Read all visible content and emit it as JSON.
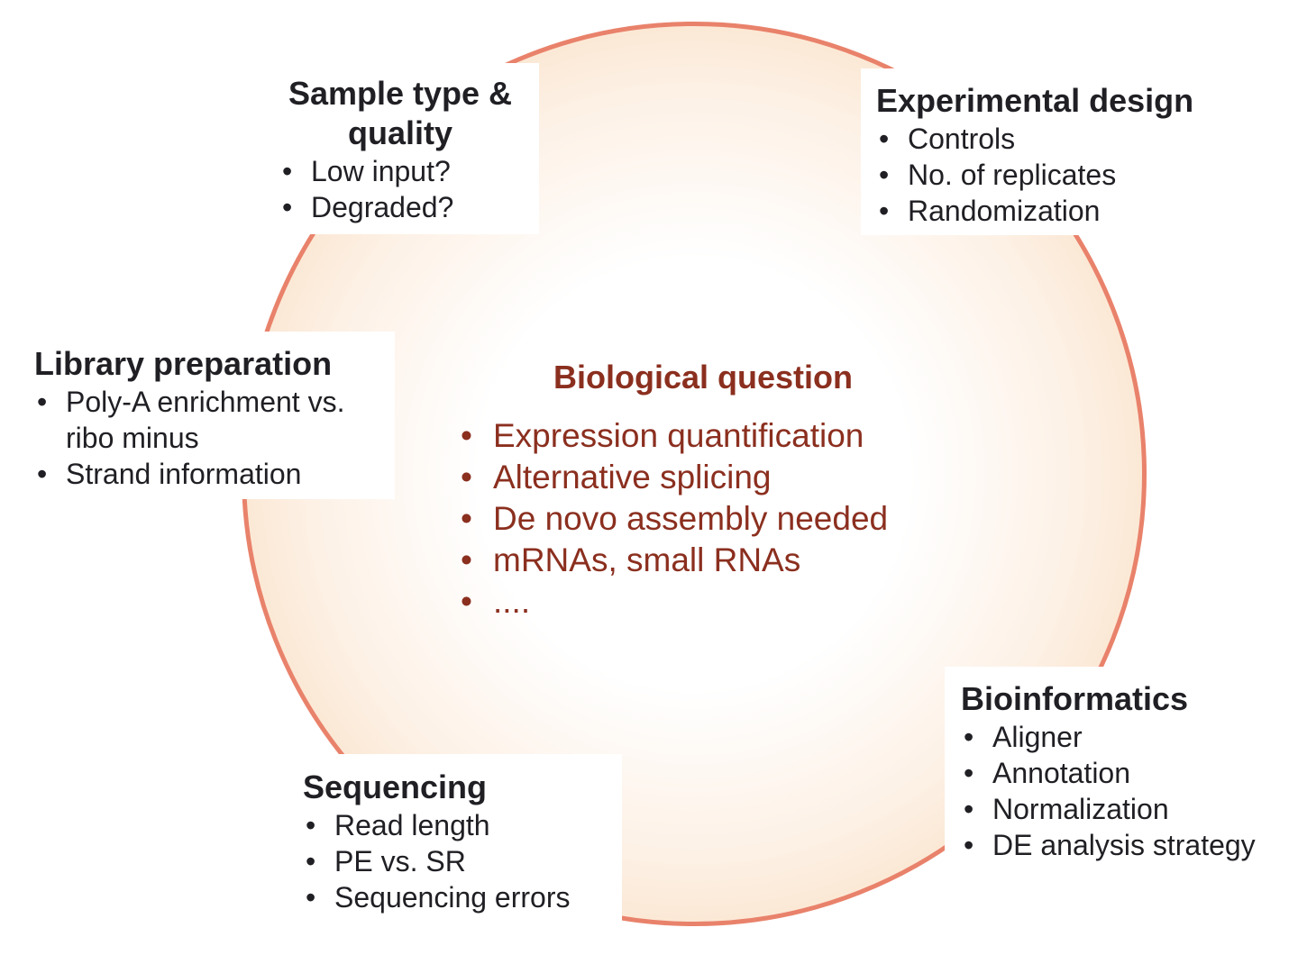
{
  "colors": {
    "ring_border": "#e9826b",
    "ring_fill_outer": "#f5d0a8",
    "ring_fill_inner": "#ffffff",
    "center_text": "#8b2f1f",
    "box_text": "#1f1f24"
  },
  "center": {
    "title": "Biological question",
    "items": [
      "Expression quantification",
      "Alternative splicing",
      "De novo assembly needed",
      "mRNAs, small RNAs",
      "...."
    ]
  },
  "sample": {
    "title": "Sample type & quality",
    "items": [
      "Low input?",
      "Degraded?"
    ]
  },
  "design": {
    "title": "Experimental design",
    "items": [
      "Controls",
      "No. of replicates",
      "Randomization"
    ]
  },
  "library": {
    "title": "Library preparation",
    "items": [
      "Poly-A enrichment vs. ribo minus",
      "Strand information"
    ]
  },
  "sequencing": {
    "title": "Sequencing",
    "items": [
      "Read length",
      "PE vs. SR",
      "Sequencing errors"
    ]
  },
  "bioinformatics": {
    "title": "Bioinformatics",
    "items": [
      "Aligner",
      "Annotation",
      "Normalization",
      "DE analysis strategy"
    ]
  }
}
